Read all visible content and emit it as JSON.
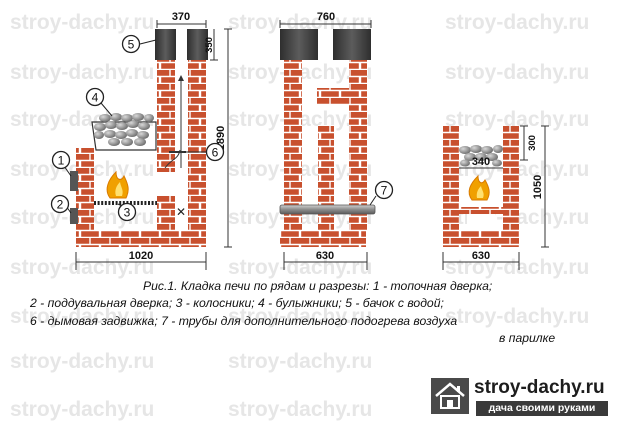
{
  "watermark": "stroy-dachy.ru",
  "dimensions": {
    "top_width": "370",
    "stove_height": "1890",
    "tank_height": "350",
    "front_base": "1020",
    "section_top": "760",
    "section_base": "630",
    "cross_base": "630",
    "cross_inner": "340",
    "cross_inner_height": "300",
    "cross_height": "1050"
  },
  "markers": [
    "1",
    "2",
    "3",
    "4",
    "5",
    "6",
    "7"
  ],
  "caption": [
    "Рис.1. Кладка печи по рядам и разрезы: 1 - топочная дверка;",
    "2 - поддувальная дверка; 3 - колосники; 4 - булыжники; 5 - бачок с водой;",
    "6 - дымовая задвижка; 7 - трубы для дополнительного подогрева воздуха",
    "в парилке"
  ],
  "logo": {
    "title": "stroy-dachy.ru",
    "subtitle": "дача своими руками"
  },
  "colors": {
    "brick": "#c8502e",
    "mortar": "#ffffff",
    "tank": "#404040",
    "flame": "#f0a000",
    "stone": "#8a8a8a",
    "pipe": "#9a9a9a"
  }
}
